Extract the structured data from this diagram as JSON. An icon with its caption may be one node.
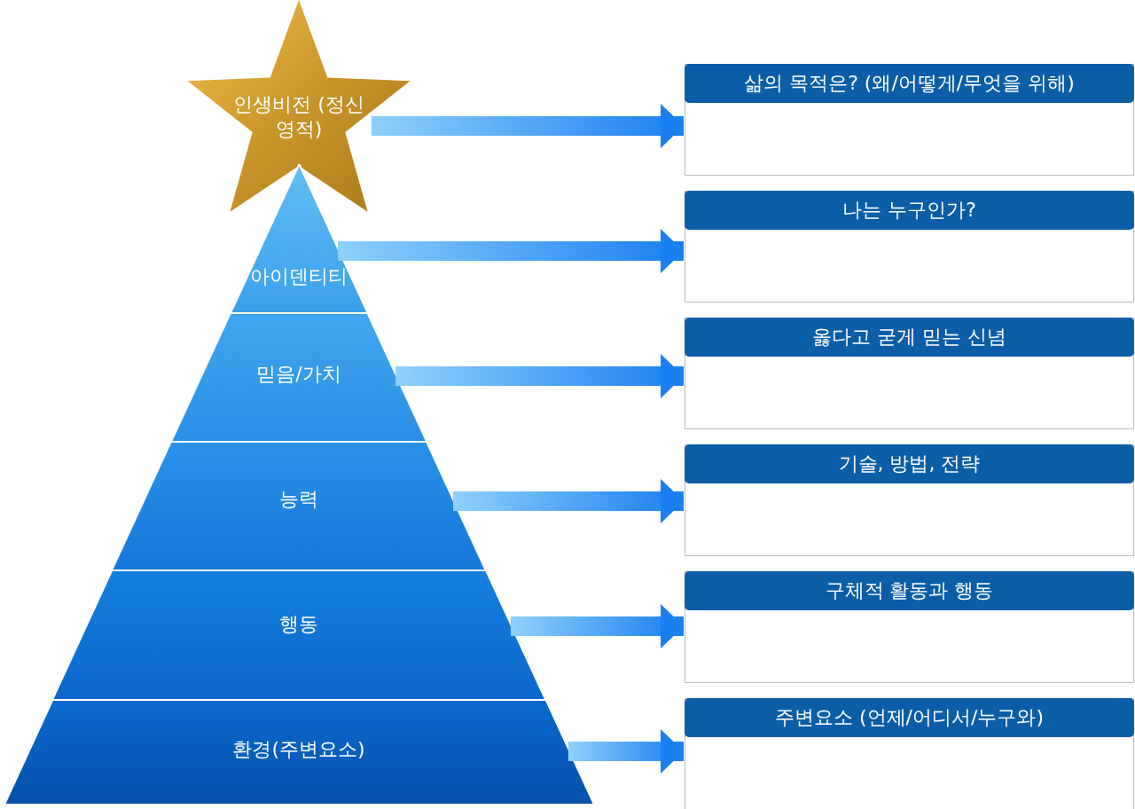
{
  "diagram": {
    "nodes": [
      {
        "text": [
          "인생비전 (정신 영적)"
        ]
      },
      {
        "text": [
          "아이덴티티"
        ]
      },
      {
        "text": [
          "믿음/가치"
        ]
      },
      {
        "text": [
          "능력"
        ]
      },
      {
        "text": [
          "행동"
        ]
      },
      {
        "text": [
          "환경(주변요소)"
        ]
      },
      {
        "text": [
          "삶의 목적은? (왜/어떻게/무엇을 위해)"
        ]
      },
      {
        "text": [
          "나는 누구인가?"
        ]
      },
      {
        "text": [
          "옳다고 굳게 믿는 신념"
        ]
      },
      {
        "text": [
          "기술, 방법, 전략"
        ]
      },
      {
        "text": [
          "구체적 활동과 행동"
        ]
      },
      {
        "text": [
          "주변요소 (언제/어디서/누구와)"
        ]
      }
    ],
    "edges": [
      {
        "from": 0,
        "to": 6,
        "arrow": "to"
      },
      {
        "from": 1,
        "to": 7,
        "arrow": "to"
      },
      {
        "from": 2,
        "to": 8,
        "arrow": "to"
      },
      {
        "from": 3,
        "to": 9,
        "arrow": "to"
      },
      {
        "from": 4,
        "to": 10,
        "arrow": "to"
      },
      {
        "from": 5,
        "to": 11,
        "arrow": "to"
      }
    ]
  }
}
